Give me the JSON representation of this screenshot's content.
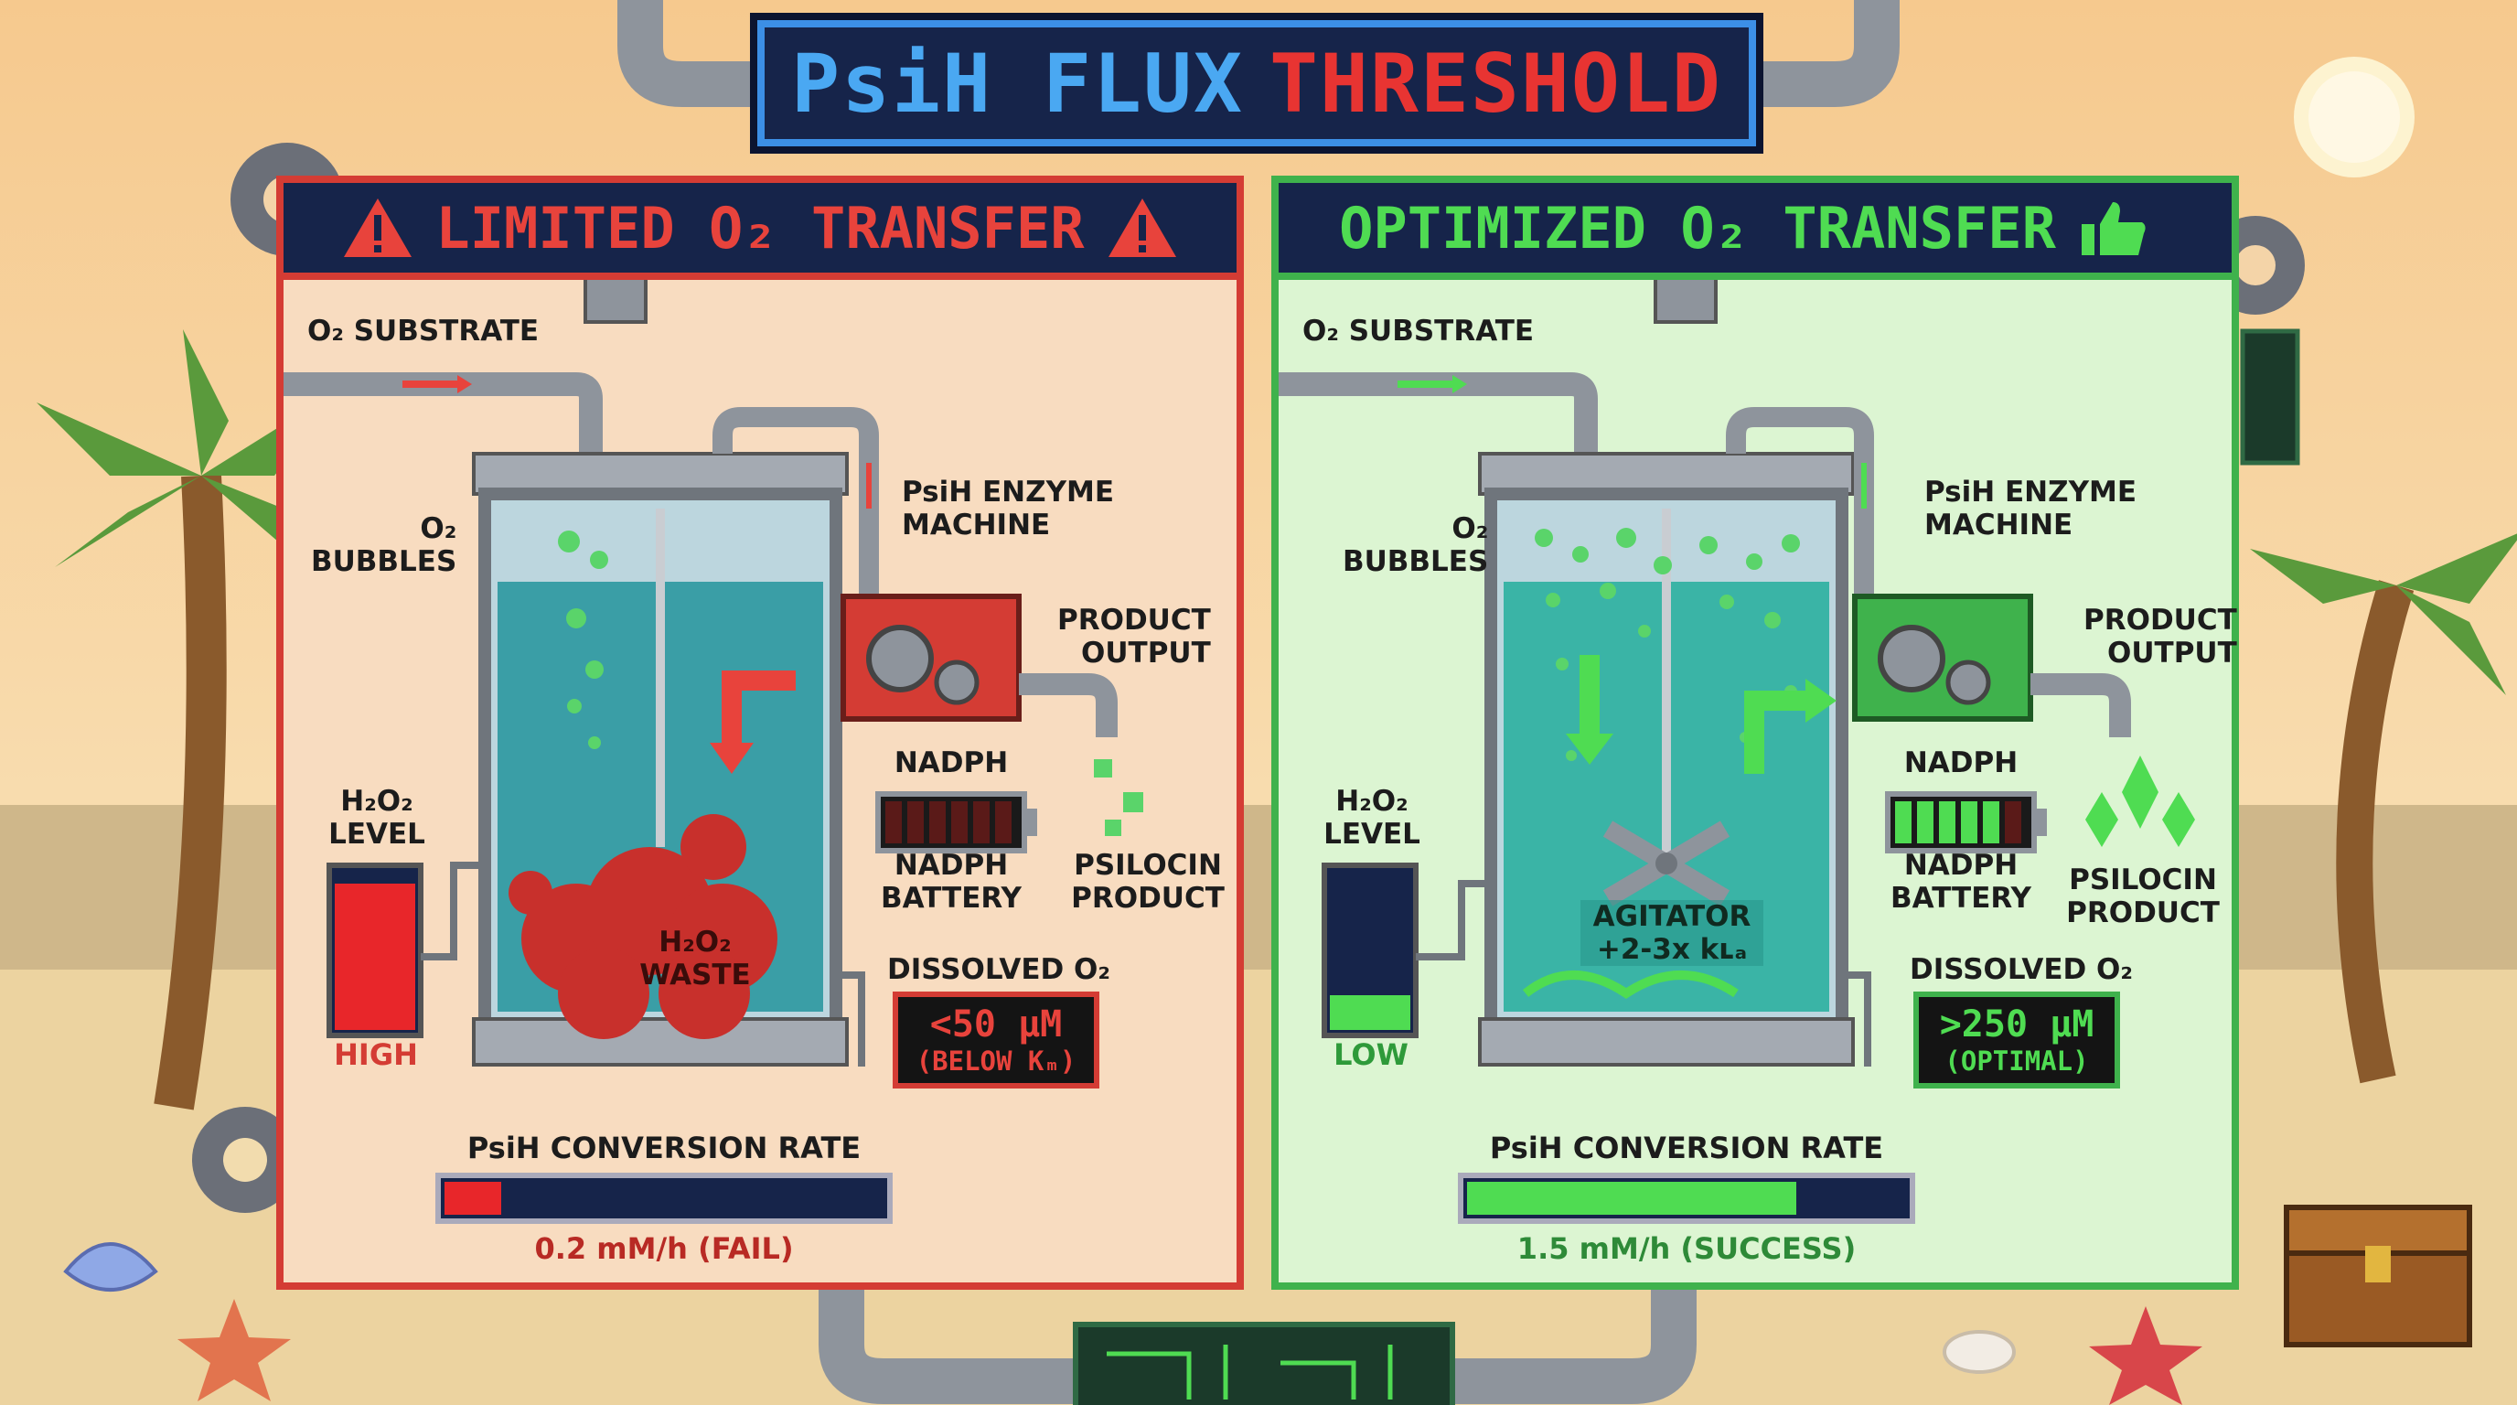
{
  "title": {
    "part1": "PsiH FLUX",
    "part2": "THRESHOLD"
  },
  "left": {
    "header": "LIMITED O₂ TRANSFER",
    "substrate": "O₂ SUBSTRATE",
    "bubbles": "O₂\nBUBBLES",
    "enzyme": "PsiH ENZYME\nMACHINE",
    "product_output": "PRODUCT\nOUTPUT",
    "nadph": "NADPH",
    "nadph_battery": "NADPH\nBATTERY",
    "psilocin": "PSILOCIN\nPRODUCT",
    "h2o2_level": "H₂O₂\nLEVEL",
    "h2o2_state": "HIGH",
    "waste": "H₂O₂\nWASTE",
    "dissolved": "DISSOLVED O₂",
    "readout_value": "<50 μM",
    "readout_sub": "(BELOW Kₘ)",
    "rate_title": "PsiH CONVERSION RATE",
    "rate_value": "0.2 mM/h (FAIL)",
    "rate_fraction": 0.13,
    "h2o2_fraction": 0.92,
    "nadph_cells_lit": 0,
    "accent": "#d43c34"
  },
  "right": {
    "header": "OPTIMIZED O₂ TRANSFER",
    "substrate": "O₂ SUBSTRATE",
    "bubbles": "O₂\nBUBBLES",
    "enzyme": "PsiH ENZYME\nMACHINE",
    "product_output": "PRODUCT\nOUTPUT",
    "nadph": "NADPH",
    "nadph_battery": "NADPH\nBATTERY",
    "psilocin": "PSILOCIN\nPRODUCT",
    "h2o2_level": "H₂O₂\nLEVEL",
    "h2o2_state": "LOW",
    "agitator": "AGITATOR\n+2-3x kʟₐ",
    "dissolved": "DISSOLVED O₂",
    "readout_value": ">250 μM",
    "readout_sub": "(OPTIMAL)",
    "rate_title": "PsiH CONVERSION RATE",
    "rate_value": "1.5 mM/h (SUCCESS)",
    "rate_fraction": 0.75,
    "h2o2_fraction": 0.22,
    "nadph_cells_lit": 5,
    "accent": "#3fb24c"
  },
  "icons": [
    "warning-icon",
    "thumbs-up-icon",
    "gear-icon",
    "sun-icon",
    "palm-tree-icon",
    "seashell-icon",
    "starfish-icon",
    "treasure-chest-icon",
    "circuit-board-icon"
  ],
  "colors": {
    "fail": "#d43c34",
    "success": "#3fb24c",
    "title_blue": "#4aa8f2",
    "title_red": "#e83432",
    "navy": "#16244a"
  }
}
